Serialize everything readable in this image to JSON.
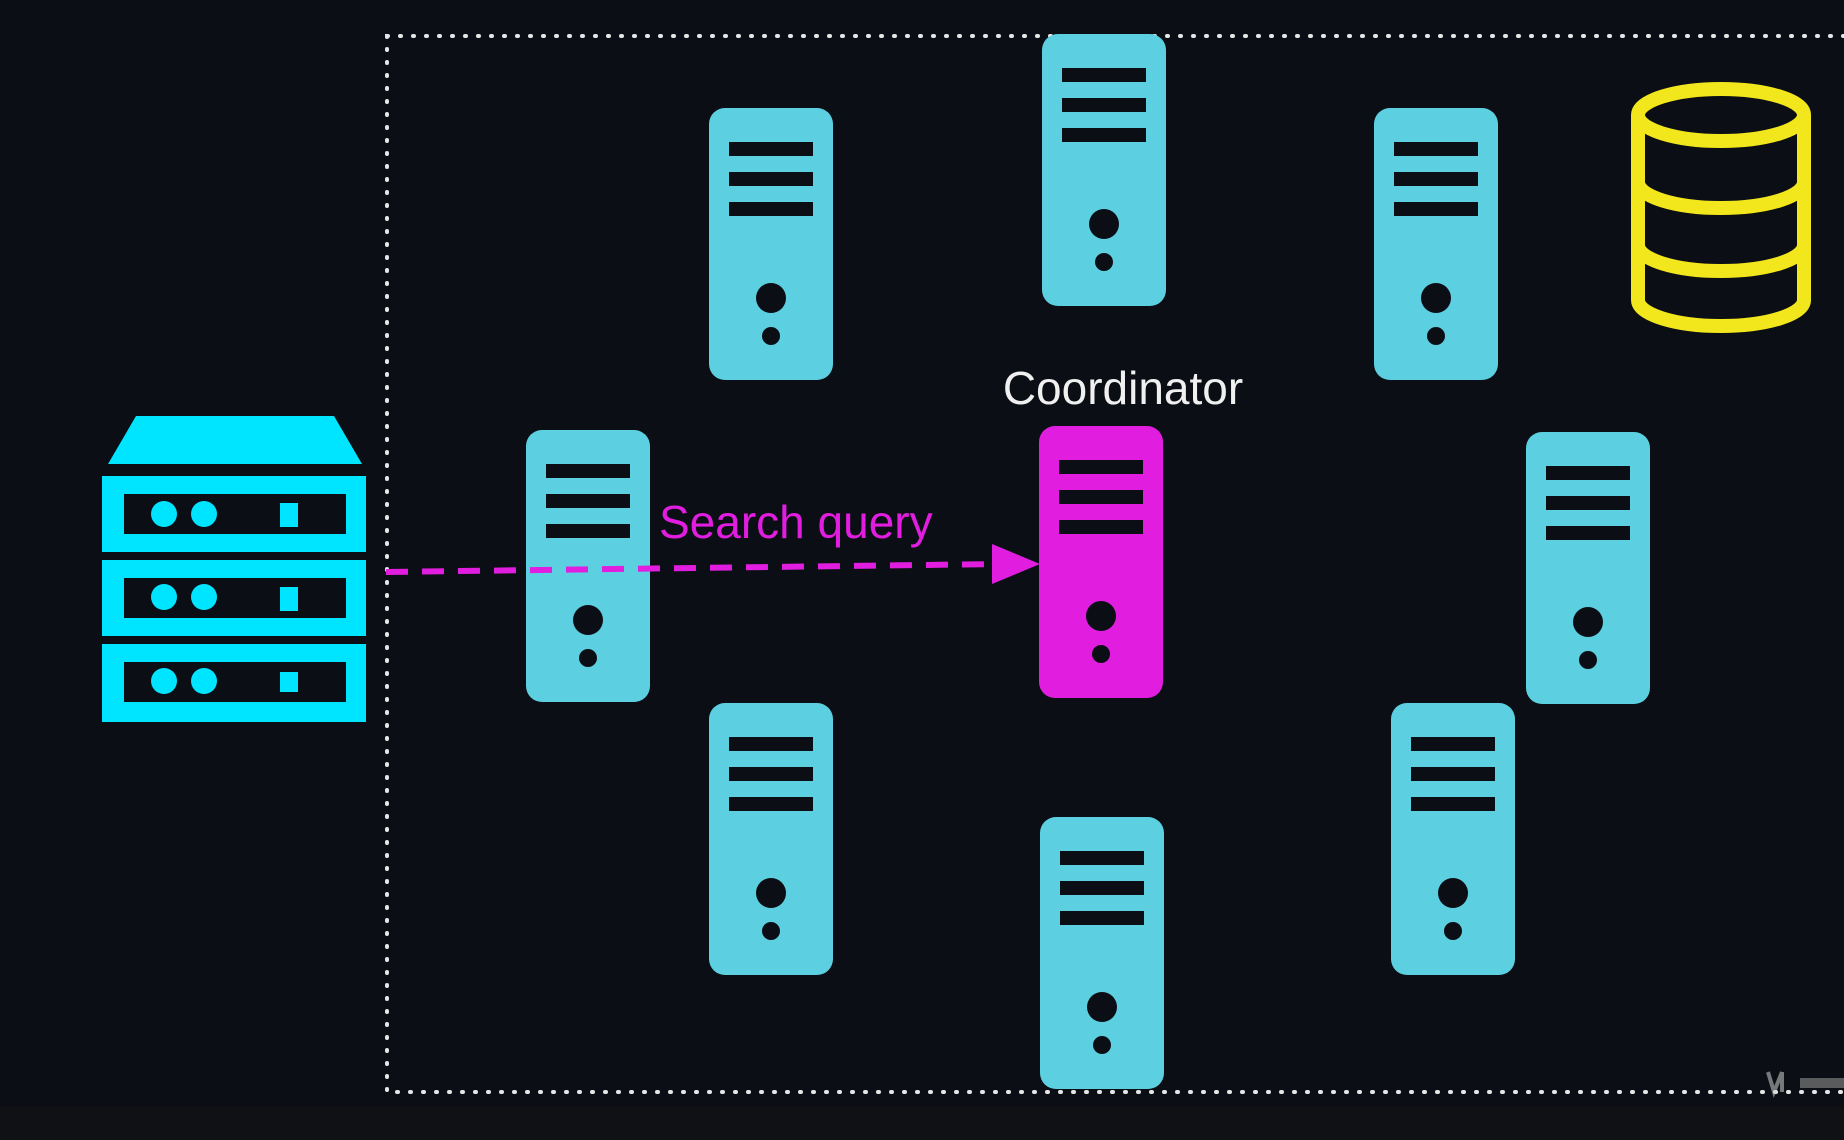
{
  "colors": {
    "background": "#0b0e14",
    "server": "#5cd0e0",
    "coordinator": "#e11de0",
    "client": "#00e5ff",
    "database": "#f2e61c",
    "cluster_border": "#e6e6e6",
    "slot": "#0b0e14",
    "coordinator_label": "#f0f0f0"
  },
  "cluster": {
    "server_nodes": [
      {
        "id": "node-top-left"
      },
      {
        "id": "node-top-center"
      },
      {
        "id": "node-top-right"
      },
      {
        "id": "node-middle-left"
      },
      {
        "id": "node-middle-right"
      },
      {
        "id": "node-bottom-left"
      },
      {
        "id": "node-bottom-center"
      },
      {
        "id": "node-bottom-right"
      }
    ],
    "coordinator_node": {
      "label": "Coordinator"
    },
    "database": {
      "icon": "database-icon"
    }
  },
  "client": {
    "icon": "server-rack-icon"
  },
  "request_arrow": {
    "label": "Search query",
    "style": "dashed"
  },
  "watermark": {
    "icon": "udemy-logo"
  }
}
